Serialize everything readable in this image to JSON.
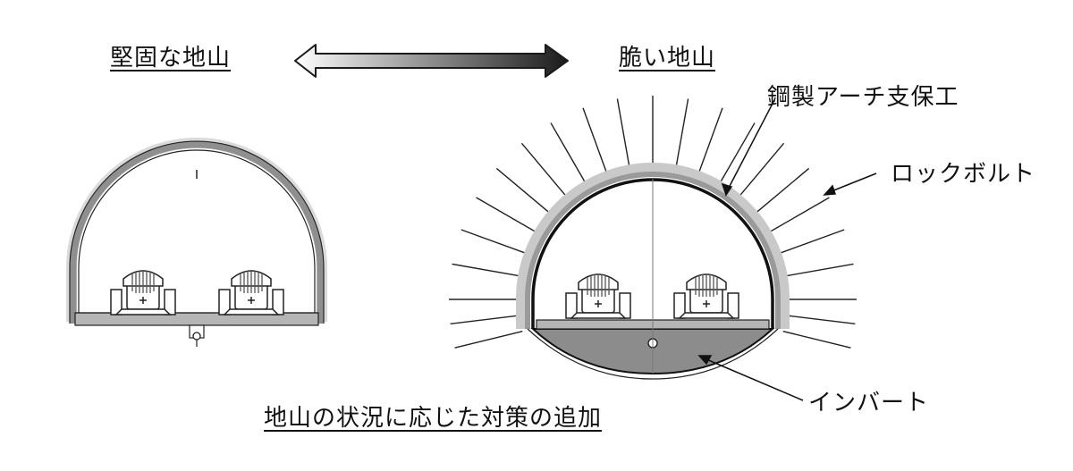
{
  "header": {
    "left_label": "堅固な地山",
    "right_label": "脆い地山"
  },
  "callouts": {
    "steel_arch": "鋼製アーチ支保工",
    "rock_bolt": "ロックボルト",
    "invert": "インバート"
  },
  "caption": "地山の状況に応じた対策の追加",
  "colors": {
    "lining": "#9a9a9a",
    "halo": "#c9c9c9",
    "invert": "#8c8c8c",
    "line": "#222222",
    "arrow_dark": "#1a1a1a",
    "arrow_light": "#ffffff"
  },
  "icons": {
    "double_arrow": "gradient-double-arrow",
    "train": "train-front-view"
  }
}
